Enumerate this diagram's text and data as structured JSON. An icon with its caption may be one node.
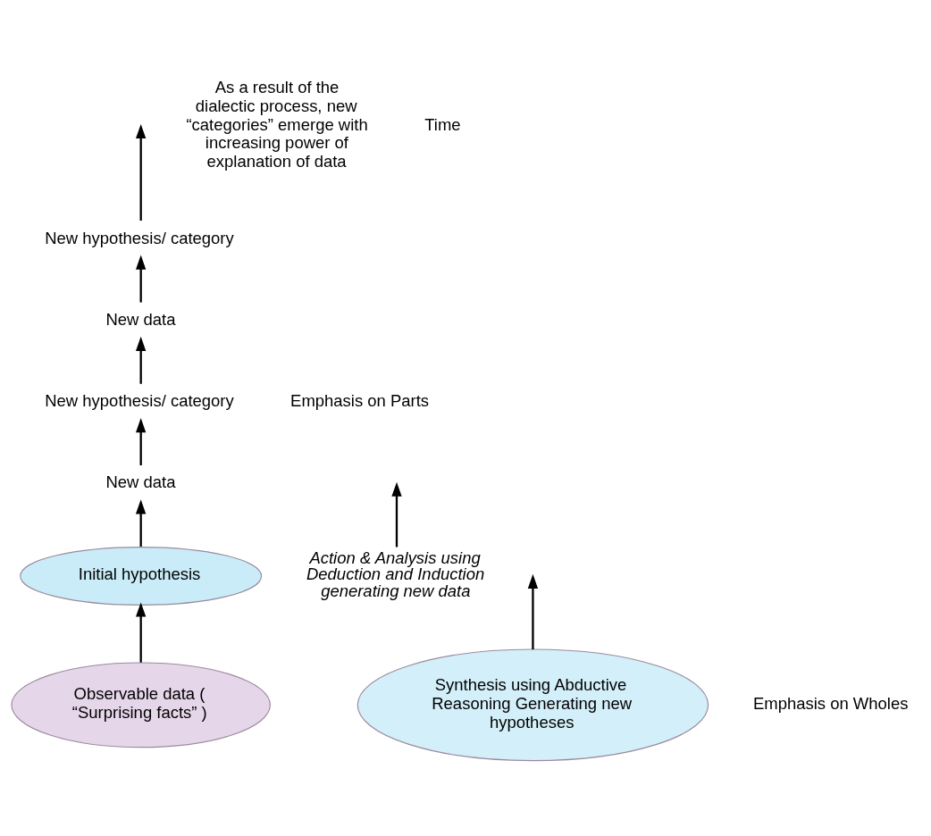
{
  "diagram": {
    "nodes": [
      {
        "text": [
          "New data"
        ]
      },
      {
        "text": [
          "New hypothesis/ category"
        ]
      },
      {
        "text": [
          "New data"
        ]
      },
      {
        "text": [
          "New hypothesis/ category"
        ]
      },
      {
        "text": [
          "Action & Analysis using Deduction and Induction generating new data"
        ]
      },
      {
        "text": [
          "Observable data ( “Surprising facts” )"
        ]
      },
      {
        "text": [
          "Initial hypothesis"
        ]
      },
      {
        "text": [
          "Synthesis using Abductive Reasoning Generating new hypotheses"
        ]
      }
    ],
    "edges": [
      {
        "from": 5,
        "to": 6,
        "arrow": "to"
      },
      {
        "from": 6,
        "to": 2,
        "arrow": "to"
      },
      {
        "from": 2,
        "to": 3,
        "arrow": "to"
      },
      {
        "from": 3,
        "to": 0,
        "arrow": "to"
      },
      {
        "from": 0,
        "to": 1,
        "arrow": "to"
      },
      {
        "from": 1,
        "to": null,
        "arrow": "to"
      },
      {
        "from": 4,
        "to": null,
        "arrow": "to"
      },
      {
        "from": 7,
        "to": null,
        "arrow": "to"
      }
    ],
    "labels": [
      "As a result of the dialectic process, new “categories” emerge with increasing power of explanation of data",
      "Time",
      "Emphasis on Parts",
      "Emphasis on Wholes"
    ]
  }
}
